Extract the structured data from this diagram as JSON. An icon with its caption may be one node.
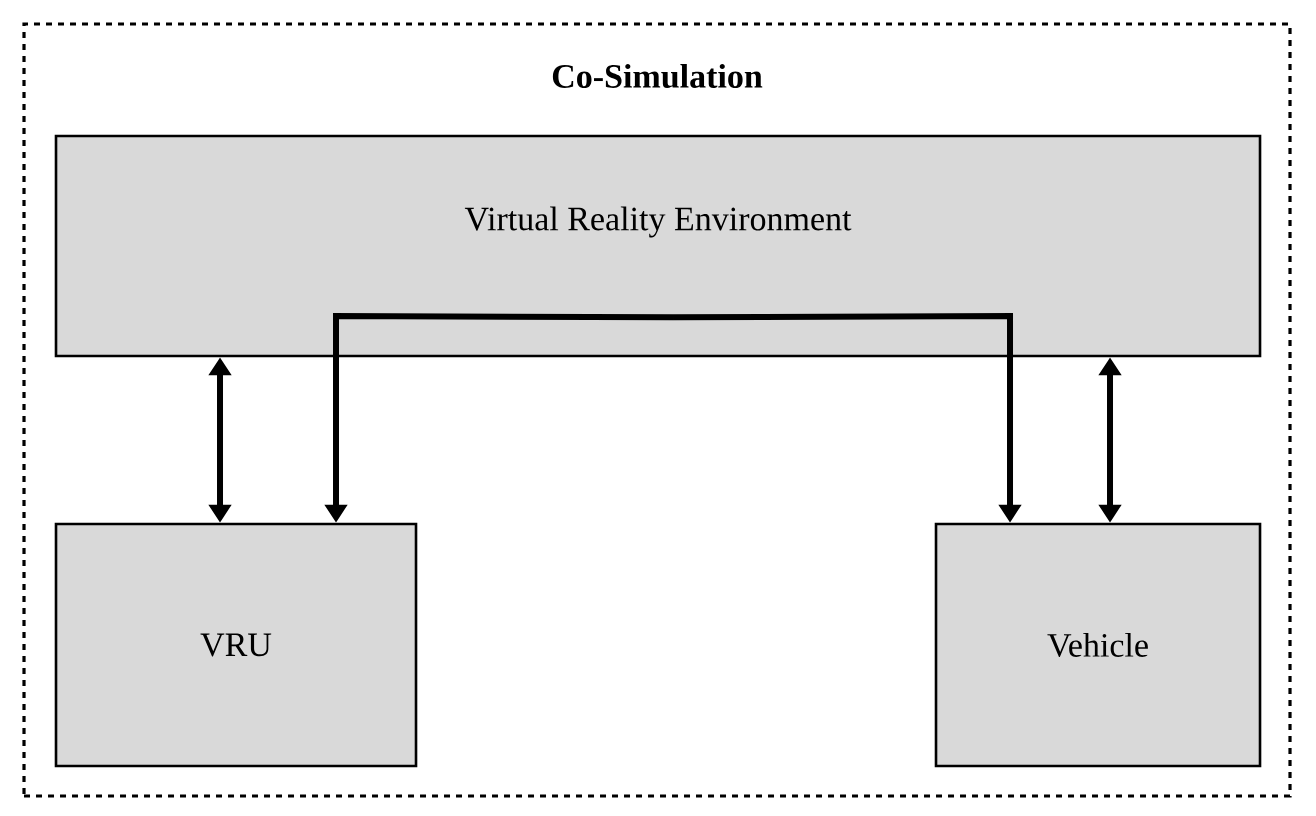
{
  "diagram": {
    "nodes": [
      {
        "text": [
          "Co-Simulation"
        ]
      },
      {
        "text": [
          "Virtual Reality Environment"
        ],
        "in": 0
      },
      {
        "text": [
          "VRU"
        ],
        "in": 0
      },
      {
        "text": [
          "Vehicle"
        ],
        "in": 0
      }
    ],
    "edges": [
      {
        "from": 1,
        "to": 2,
        "arrow": "both"
      },
      {
        "from": 1,
        "to": 2,
        "arrow": "to"
      },
      {
        "from": 1,
        "to": 3,
        "arrow": "to"
      },
      {
        "from": 1,
        "to": 3,
        "arrow": "both"
      }
    ]
  }
}
